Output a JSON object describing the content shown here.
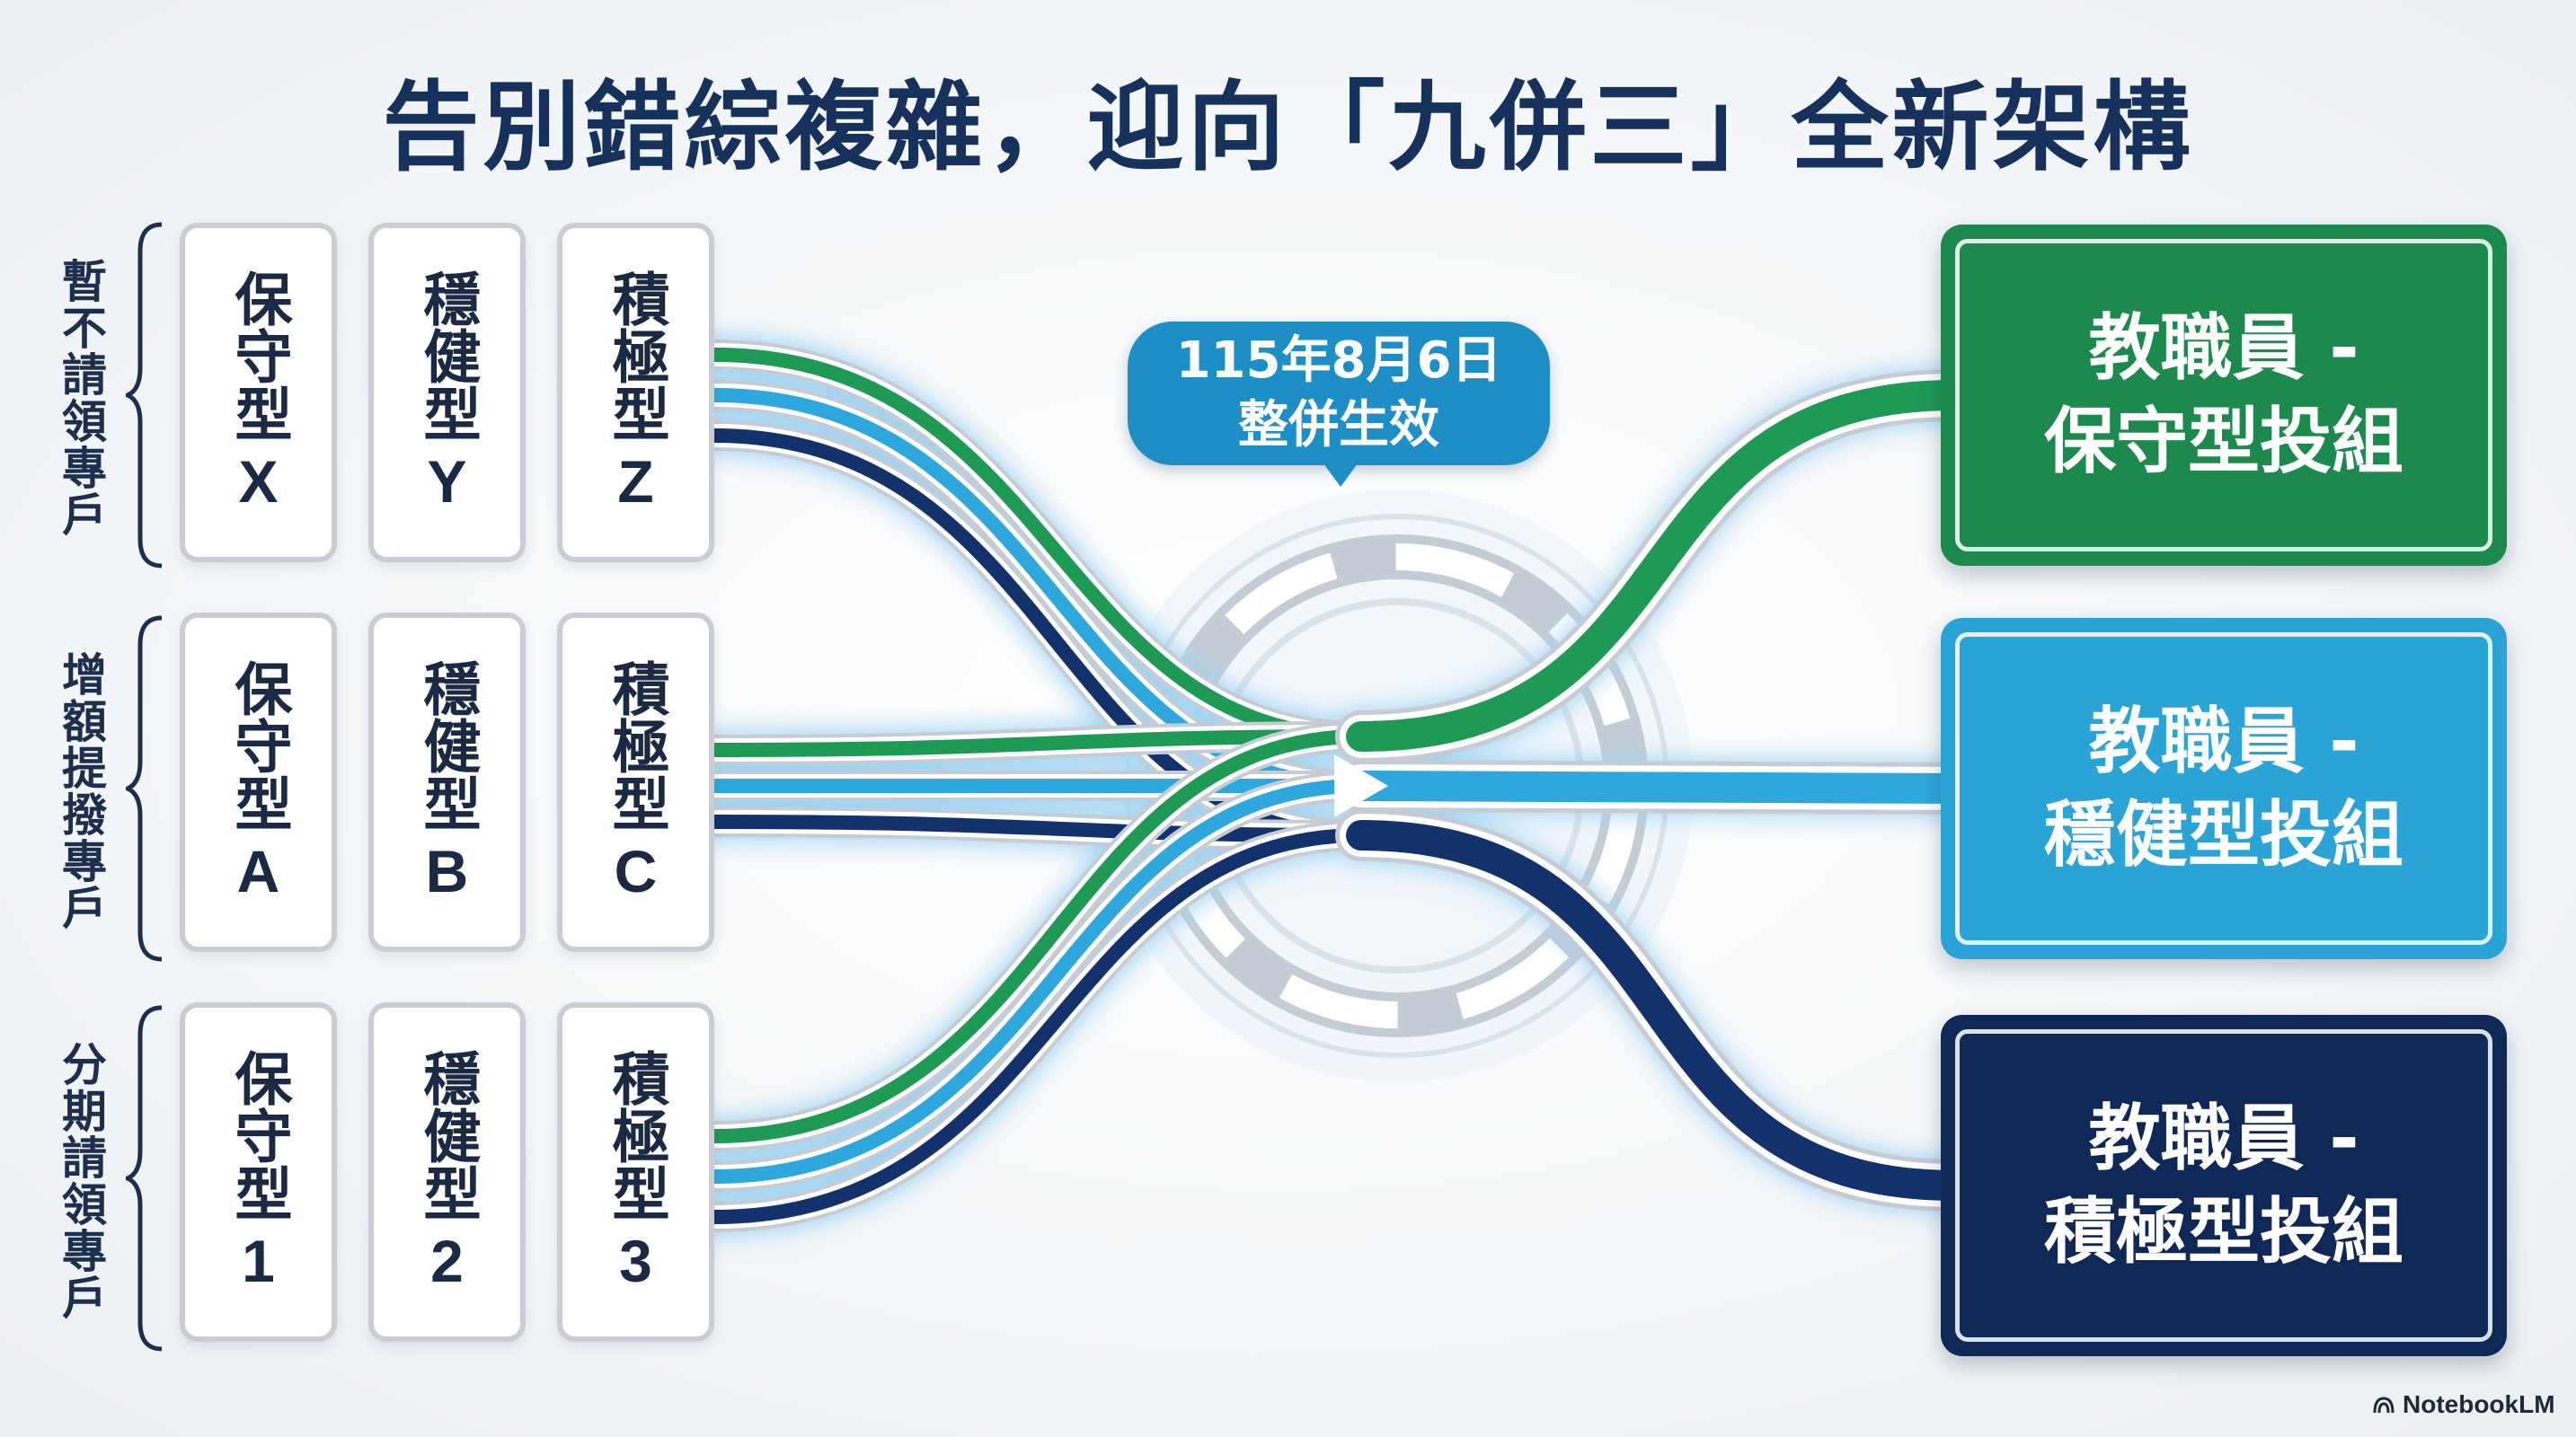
{
  "title": "告別錯綜複雜，迎向「九併三」全新架構",
  "groups": [
    {
      "label": "暫不請領專戶",
      "funds": [
        {
          "name": "保守型",
          "code": "X"
        },
        {
          "name": "穩健型",
          "code": "Y"
        },
        {
          "name": "積極型",
          "code": "Z"
        }
      ]
    },
    {
      "label": "增額提撥專戶",
      "funds": [
        {
          "name": "保守型",
          "code": "A"
        },
        {
          "name": "穩健型",
          "code": "B"
        },
        {
          "name": "積極型",
          "code": "C"
        }
      ]
    },
    {
      "label": "分期請領專戶",
      "funds": [
        {
          "name": "保守型",
          "code": "1"
        },
        {
          "name": "穩健型",
          "code": "2"
        },
        {
          "name": "積極型",
          "code": "3"
        }
      ]
    }
  ],
  "callout": {
    "line1": "115年8月6日",
    "line2": "整併生效"
  },
  "targets": [
    {
      "line1": "教職員 -",
      "line2": "保守型投組",
      "color": "#1b8a4c"
    },
    {
      "line1": "教職員 -",
      "line2": "穩健型投組",
      "color": "#2aa3d6"
    },
    {
      "line1": "教職員 -",
      "line2": "積極型投組",
      "color": "#0f2857"
    }
  ],
  "flow_colors": {
    "conservative": "#1f9a55",
    "balanced": "#2ea8dc",
    "aggressive": "#13316b"
  },
  "logo": {
    "text": "NotebookLM",
    "icon": "notebooklm-icon"
  }
}
